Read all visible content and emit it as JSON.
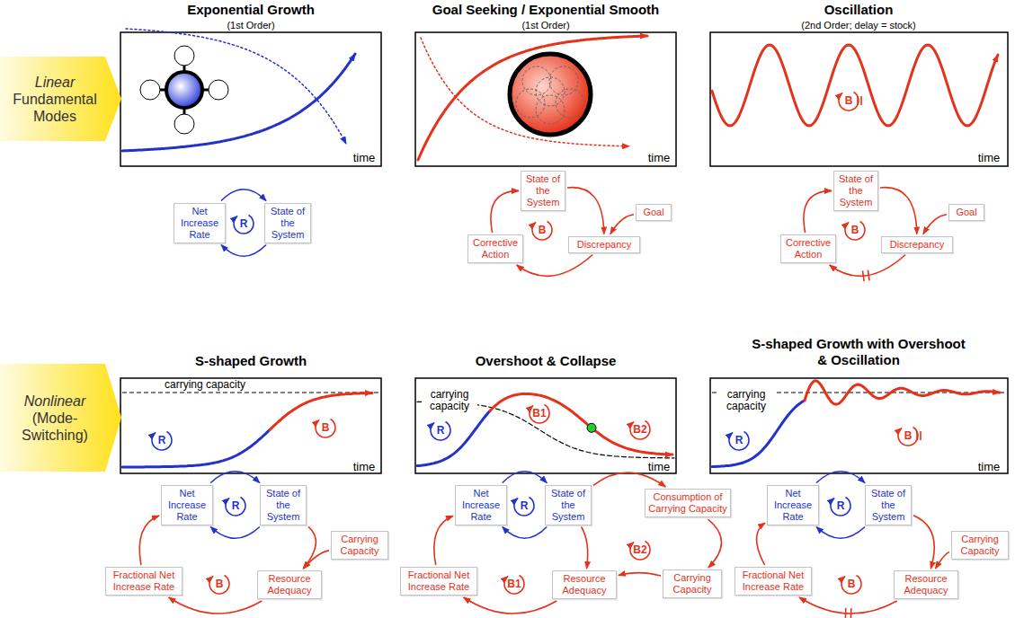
{
  "diagram": {
    "nodes": [
      {
        "text": [
          "Linear",
          "Fundamental Modes"
        ]
      },
      {
        "text": [
          "Net Increase Rate"
        ]
      },
      {
        "text": [
          "State of the System"
        ]
      },
      {
        "text": [
          "State of the System"
        ]
      },
      {
        "text": [
          "Goal"
        ]
      },
      {
        "text": [
          "Discrepancy"
        ]
      },
      {
        "text": [
          "Corrective Action"
        ]
      },
      {
        "text": [
          "State of the System"
        ]
      },
      {
        "text": [
          "Goal"
        ]
      },
      {
        "text": [
          "Discrepancy"
        ]
      },
      {
        "text": [
          "Corrective Action"
        ]
      },
      {
        "text": [
          "Nonlinear",
          "(Mode-Switching)"
        ]
      },
      {
        "text": [
          "Net Increase Rate"
        ]
      },
      {
        "text": [
          "State of the System"
        ]
      },
      {
        "text": [
          "Carrying Capacity"
        ]
      },
      {
        "text": [
          "Fractional Net Increase Rate"
        ]
      },
      {
        "text": [
          "Resource Adequacy"
        ]
      },
      {
        "text": [
          "Net Increase Rate"
        ]
      },
      {
        "text": [
          "State of the System"
        ]
      },
      {
        "text": [
          "Consumption of Carrying Capacity"
        ]
      },
      {
        "text": [
          "Fractional Net Increase Rate"
        ]
      },
      {
        "text": [
          "Resource Adequacy"
        ]
      },
      {
        "text": [
          "Carrying Capacity"
        ]
      },
      {
        "text": [
          "Net Increase Rate"
        ]
      },
      {
        "text": [
          "State of the System"
        ]
      },
      {
        "text": [
          "Carrying Capacity"
        ]
      },
      {
        "text": [
          "Fractional Net Increase Rate"
        ]
      },
      {
        "text": [
          "Resource Adequacy"
        ]
      }
    ],
    "edges": [
      {
        "from": 1,
        "to": 2,
        "arrow": "to"
      },
      {
        "from": 2,
        "to": 1,
        "arrow": "to"
      },
      {
        "from": 3,
        "to": 5,
        "arrow": "to"
      },
      {
        "from": 4,
        "to": 5,
        "arrow": "to"
      },
      {
        "from": 5,
        "to": 6,
        "arrow": "to"
      },
      {
        "from": 6,
        "to": 3,
        "arrow": "to"
      },
      {
        "from": 7,
        "to": 9,
        "arrow": "to"
      },
      {
        "from": 8,
        "to": 9,
        "arrow": "to"
      },
      {
        "from": 9,
        "to": 10,
        "arrow": "to"
      },
      {
        "from": 10,
        "to": 7,
        "arrow": "to"
      },
      {
        "from": 12,
        "to": 13,
        "arrow": "to"
      },
      {
        "from": 13,
        "to": 12,
        "arrow": "to"
      },
      {
        "from": 13,
        "to": 16,
        "arrow": "to"
      },
      {
        "from": 14,
        "to": 16,
        "arrow": "to"
      },
      {
        "from": 16,
        "to": 15,
        "arrow": "to"
      },
      {
        "from": 15,
        "to": 12,
        "arrow": "to"
      },
      {
        "from": 17,
        "to": 18,
        "arrow": "to"
      },
      {
        "from": 18,
        "to": 17,
        "arrow": "to"
      },
      {
        "from": 18,
        "to": 21,
        "arrow": "to"
      },
      {
        "from": 18,
        "to": 19,
        "arrow": "to"
      },
      {
        "from": 19,
        "to": 22,
        "arrow": "to"
      },
      {
        "from": 22,
        "to": 21,
        "arrow": "to"
      },
      {
        "from": 21,
        "to": 20,
        "arrow": "to"
      },
      {
        "from": 20,
        "to": 17,
        "arrow": "to"
      },
      {
        "from": 23,
        "to": 24,
        "arrow": "to"
      },
      {
        "from": 24,
        "to": 23,
        "arrow": "to"
      },
      {
        "from": 24,
        "to": 27,
        "arrow": "to"
      },
      {
        "from": 25,
        "to": 27,
        "arrow": "to"
      },
      {
        "from": 27,
        "to": 26,
        "arrow": "to"
      },
      {
        "from": 26,
        "to": 23,
        "arrow": "to"
      }
    ],
    "labels": [
      "Exponential Growth",
      "(1st Order)",
      "Goal Seeking / Exponential Smooth",
      "(1st Order)",
      "Oscillation",
      "(2nd Order; delay = stock)",
      "time",
      "time",
      "time",
      "B",
      "R",
      "B",
      "B",
      "S-shaped Growth",
      "Overshoot & Collapse",
      "S-shaped Growth with Overshoot & Oscillation",
      "carrying capacity",
      "carrying capacity",
      "carrying capacity",
      "time",
      "time",
      "time",
      "R",
      "B",
      "R",
      "B1",
      "B2",
      "R",
      "B",
      "R",
      "B",
      "R",
      "B1",
      "B2",
      "R",
      "B"
    ]
  }
}
